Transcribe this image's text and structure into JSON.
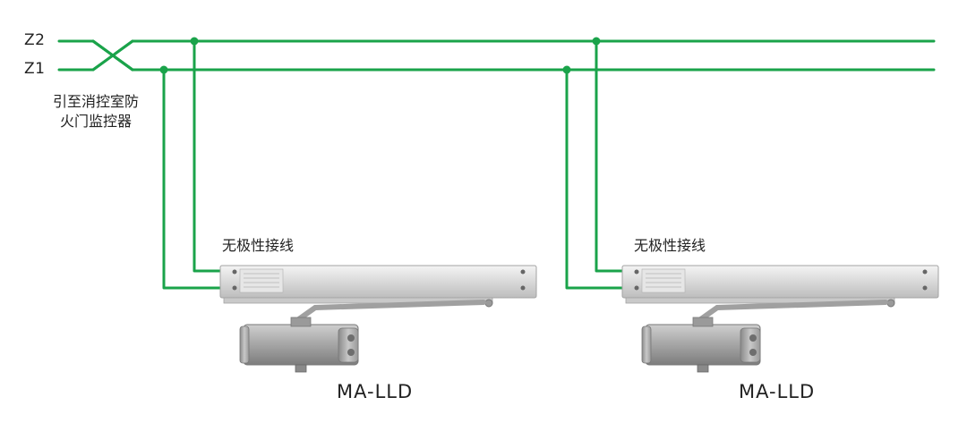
{
  "bus": {
    "z2_label": "Z2",
    "z1_label": "Z1",
    "wire_color": "#1aa34a"
  },
  "note": {
    "line1": "引至消控室防",
    "line2": "火门监控器"
  },
  "devices": [
    {
      "wiring_label": "无极性接线",
      "model": "MA-LLD"
    },
    {
      "wiring_label": "无极性接线",
      "model": "MA-LLD"
    }
  ]
}
